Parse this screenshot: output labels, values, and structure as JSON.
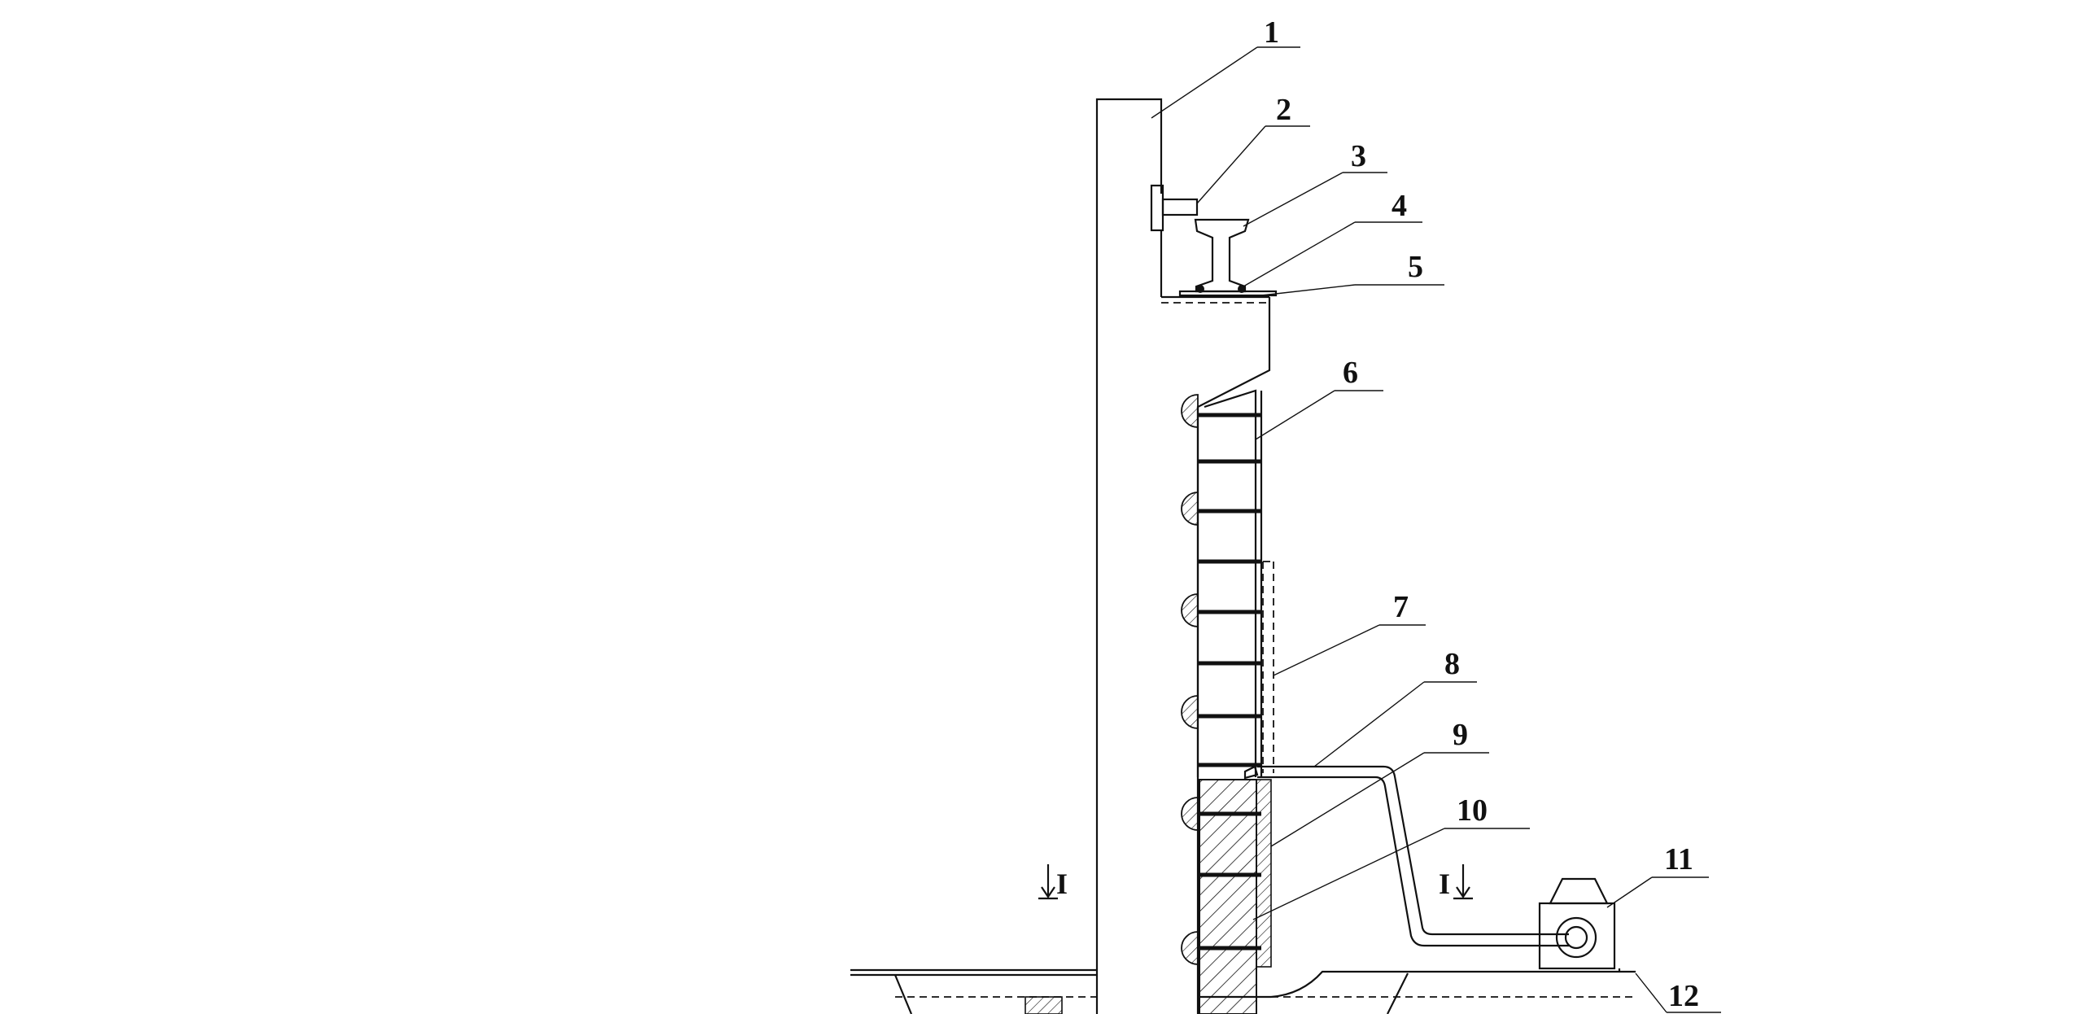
{
  "callouts": [
    "1",
    "2",
    "3",
    "4",
    "5",
    "6",
    "7",
    "8",
    "9",
    "10",
    "11",
    "12"
  ],
  "section_mark": "I"
}
